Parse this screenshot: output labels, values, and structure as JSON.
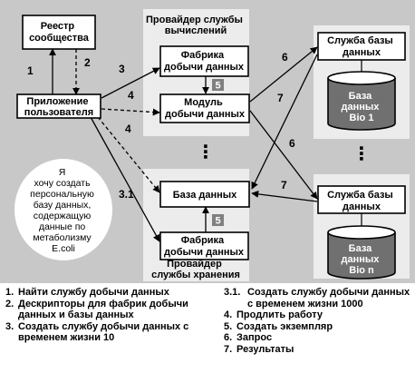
{
  "colors": {
    "background": "#ffffff",
    "diagram_bg": "#c8c8c8",
    "panel": "#ececec",
    "box_fill": "#ffffff",
    "line": "#000000",
    "number_badge": "#808080",
    "cylinder_fill": "#707070",
    "cylinder_top": "#ffffff"
  },
  "boxes": {
    "registry": [
      "Реестр",
      "сообщества"
    ],
    "app": [
      "Приложение",
      "пользователя"
    ],
    "factory_top": [
      "Фабрика",
      "добычи данных"
    ],
    "module": [
      "Модуль",
      "добычи данных"
    ],
    "db": [
      "База данных"
    ],
    "factory_bottom": [
      "Фабрика",
      "добычи данных"
    ],
    "service_db_1": [
      "Служба базы",
      "данных"
    ],
    "service_db_n": [
      "Служба базы",
      "данных"
    ]
  },
  "cylinders": {
    "bio1": [
      "База",
      "данных",
      "Bio 1"
    ],
    "bion": [
      "База",
      "данных",
      "Bio n"
    ]
  },
  "panels": {
    "compute_title": [
      "Провайдер службы",
      "вычислений"
    ],
    "storage_title": [
      "Провайдер",
      "службы хранения"
    ]
  },
  "bubble": [
    "Я",
    "хочу создать",
    "персональную",
    "базу данных,",
    "содержащую",
    "данные по",
    "метаболизму",
    "E.coli"
  ],
  "step_labels": {
    "s1": "1",
    "s2": "2",
    "s3": "3",
    "s4a": "4",
    "s4b": "4",
    "s31": "3.1",
    "s6a": "6",
    "s6b": "6",
    "s7a": "7",
    "s7b": "7",
    "s5a": "5",
    "s5b": "5"
  },
  "ellipsis": "⋮",
  "legend": {
    "left": [
      {
        "num": "1.",
        "text": "Найти службу добычи данных"
      },
      {
        "num": "2.",
        "text": "Дескрипторы для фабрик добычи данных и базы данных"
      },
      {
        "num": "3.",
        "text": "Создать службу добычи данных с временем жизни 10"
      }
    ],
    "right": [
      {
        "num": "3.1.",
        "text": "Создать службу добычи данных с временем жизни 1000"
      },
      {
        "num": "4.",
        "text": "Продлить работу"
      },
      {
        "num": "5.",
        "text": "Создать экземпляр"
      },
      {
        "num": "6.",
        "text": "Запрос"
      },
      {
        "num": "7.",
        "text": "Результаты"
      }
    ]
  }
}
